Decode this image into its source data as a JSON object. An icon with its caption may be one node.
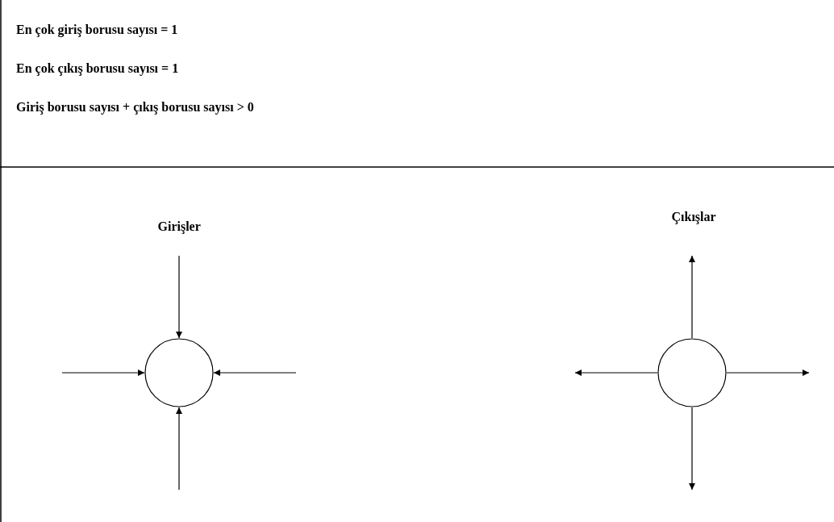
{
  "diagram": {
    "nodes": [
      {
        "text": [],
        "shape": "circle"
      },
      {
        "text": [],
        "shape": "circle"
      }
    ],
    "edges": [
      {
        "from": null,
        "to": 0,
        "arrow": "to"
      },
      {
        "from": null,
        "to": 0,
        "arrow": "to"
      },
      {
        "from": null,
        "to": 0,
        "arrow": "to"
      },
      {
        "from": null,
        "to": 0,
        "arrow": "to"
      },
      {
        "from": 1,
        "to": null,
        "arrow": "to"
      },
      {
        "from": 1,
        "to": null,
        "arrow": "to"
      },
      {
        "from": 1,
        "to": null,
        "arrow": "to"
      },
      {
        "from": 1,
        "to": null,
        "arrow": "to"
      }
    ],
    "labels": [
      "En çok giriş borusu sayısı = 1",
      "En çok çıkış borusu sayısı = 1",
      "Giriş borusu sayısı + çıkış borusu sayısı > 0",
      "Girişler",
      "Çıkışlar"
    ]
  }
}
